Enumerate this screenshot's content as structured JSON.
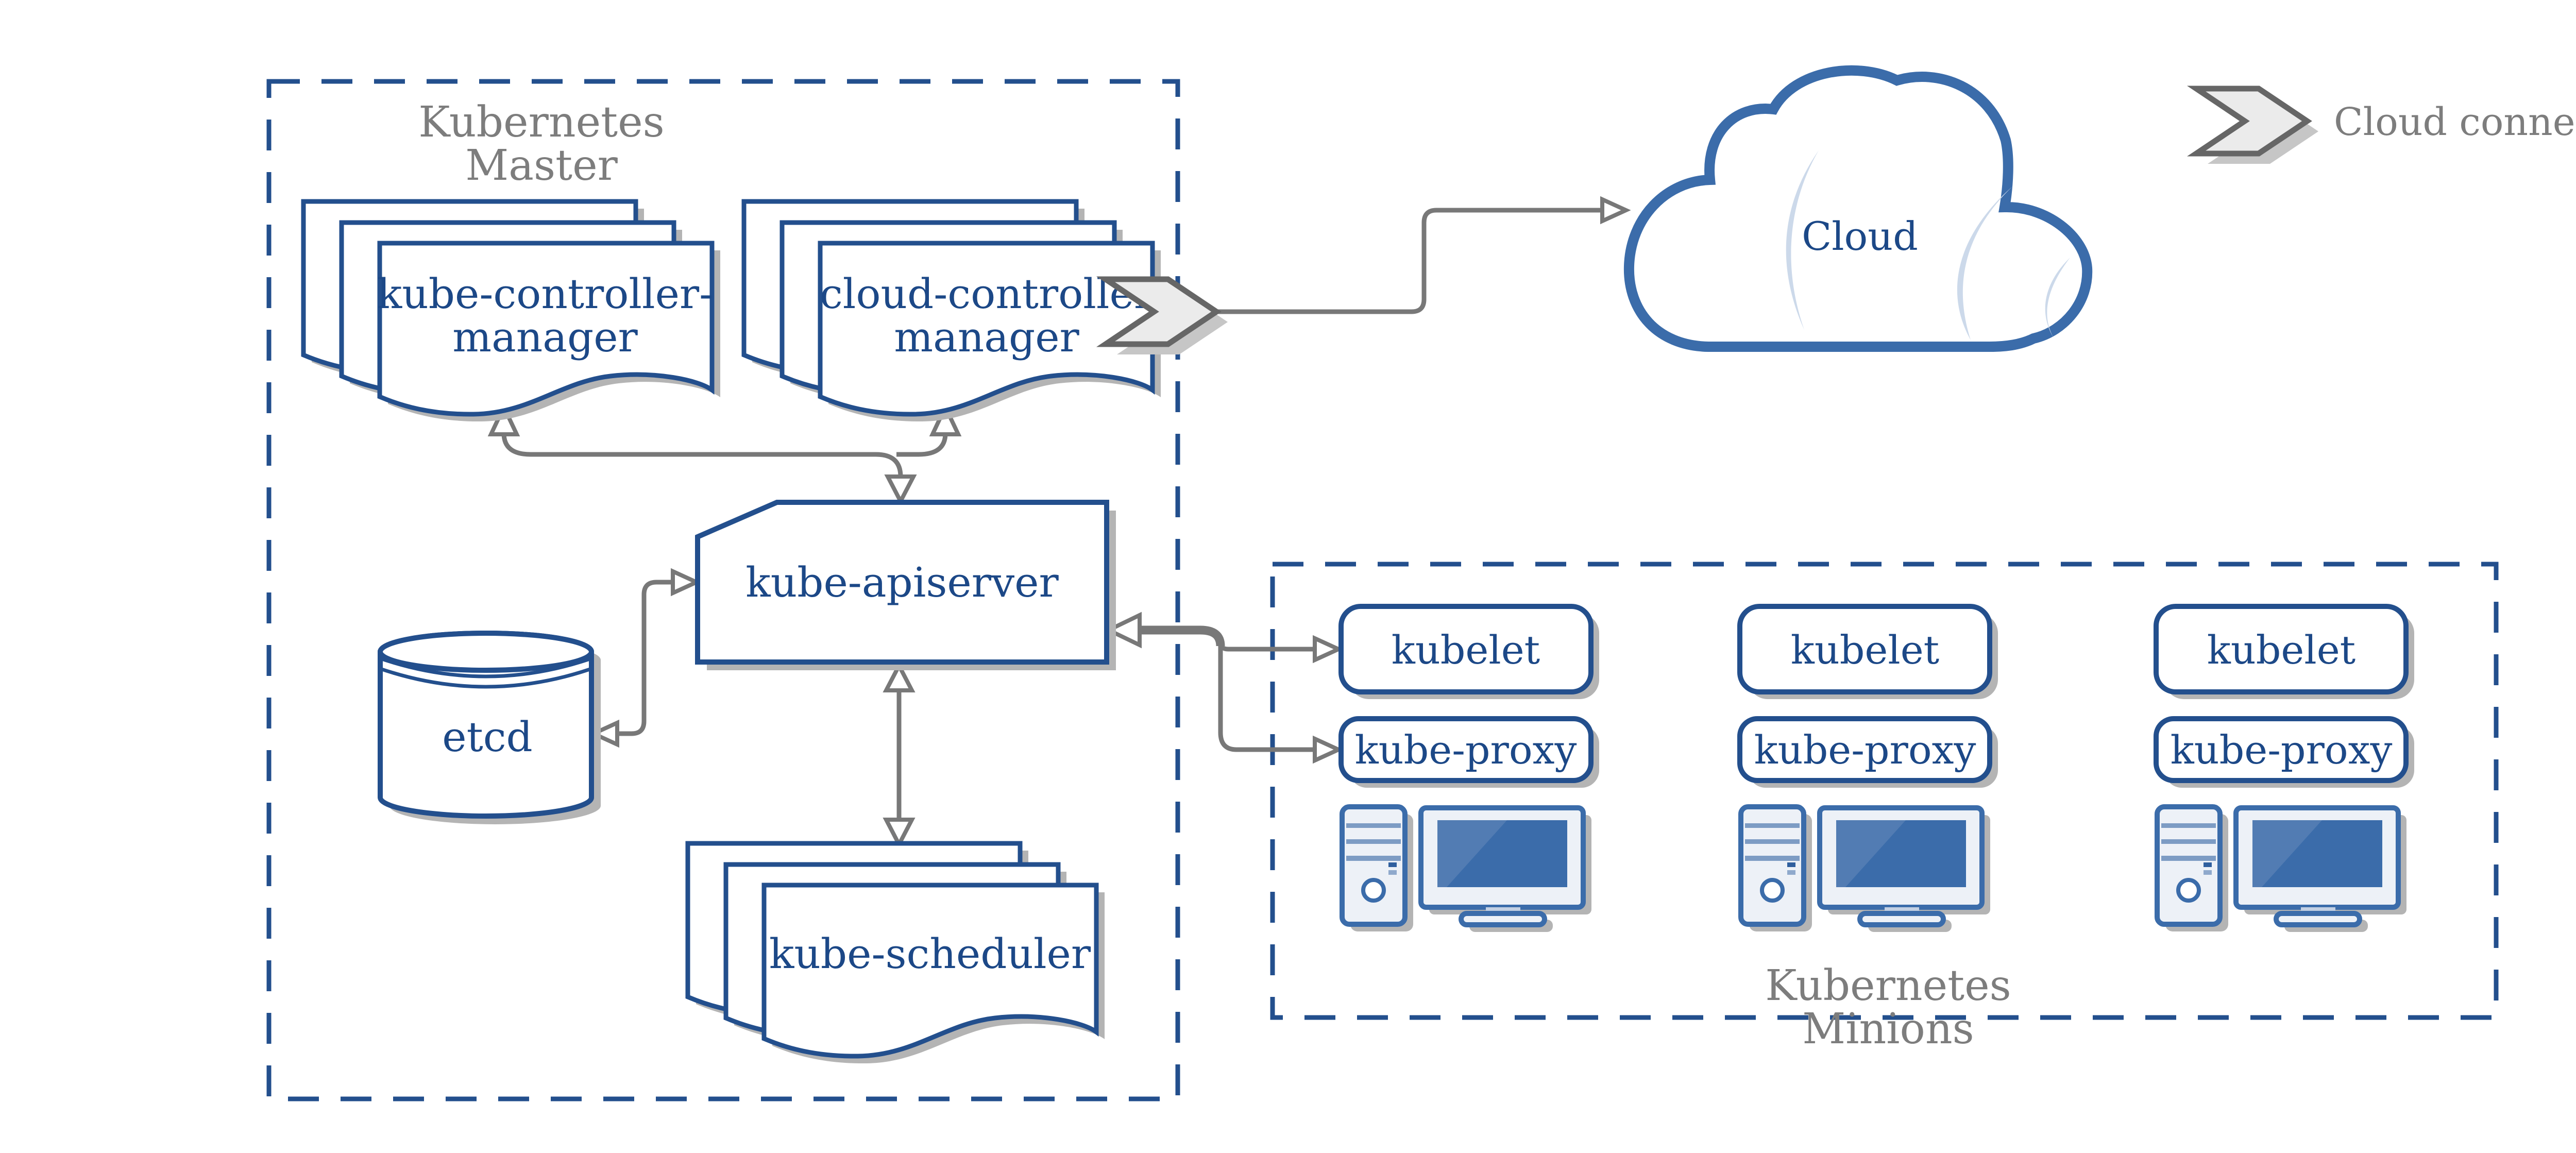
{
  "colors": {
    "node_border_blue": "#234f8d",
    "text_blue": "#1c4887",
    "dashed_boundary_blue": "#234f8d",
    "cloud_blue": "#3b6caa",
    "screen_blue": "#3b6caa",
    "screen_highlight_blue": "#527cb3",
    "arrow_gray": "#787878",
    "label_gray": "#7d7d7d",
    "chevron_fill": "#ebebeb",
    "shadow_gray": "#b4b4b4",
    "background": "#ffffff"
  },
  "master": {
    "title_line1": "Kubernetes",
    "title_line2": "Master",
    "kube_controller_manager_line1": "kube-controller-",
    "kube_controller_manager_line2": "manager",
    "cloud_controller_manager_line1": "cloud-controller",
    "cloud_controller_manager_line2": "manager",
    "kube_apiserver": "kube-apiserver",
    "etcd": "etcd",
    "kube_scheduler": "kube-scheduler"
  },
  "cloud": {
    "label": "Cloud"
  },
  "legend": {
    "label": "Cloud connector"
  },
  "minions": {
    "title_line1": "Kubernetes",
    "title_line2": "Minions",
    "nodes": [
      {
        "kubelet": "kubelet",
        "kube_proxy": "kube-proxy"
      },
      {
        "kubelet": "kubelet",
        "kube_proxy": "kube-proxy"
      },
      {
        "kubelet": "kubelet",
        "kube_proxy": "kube-proxy"
      }
    ]
  }
}
